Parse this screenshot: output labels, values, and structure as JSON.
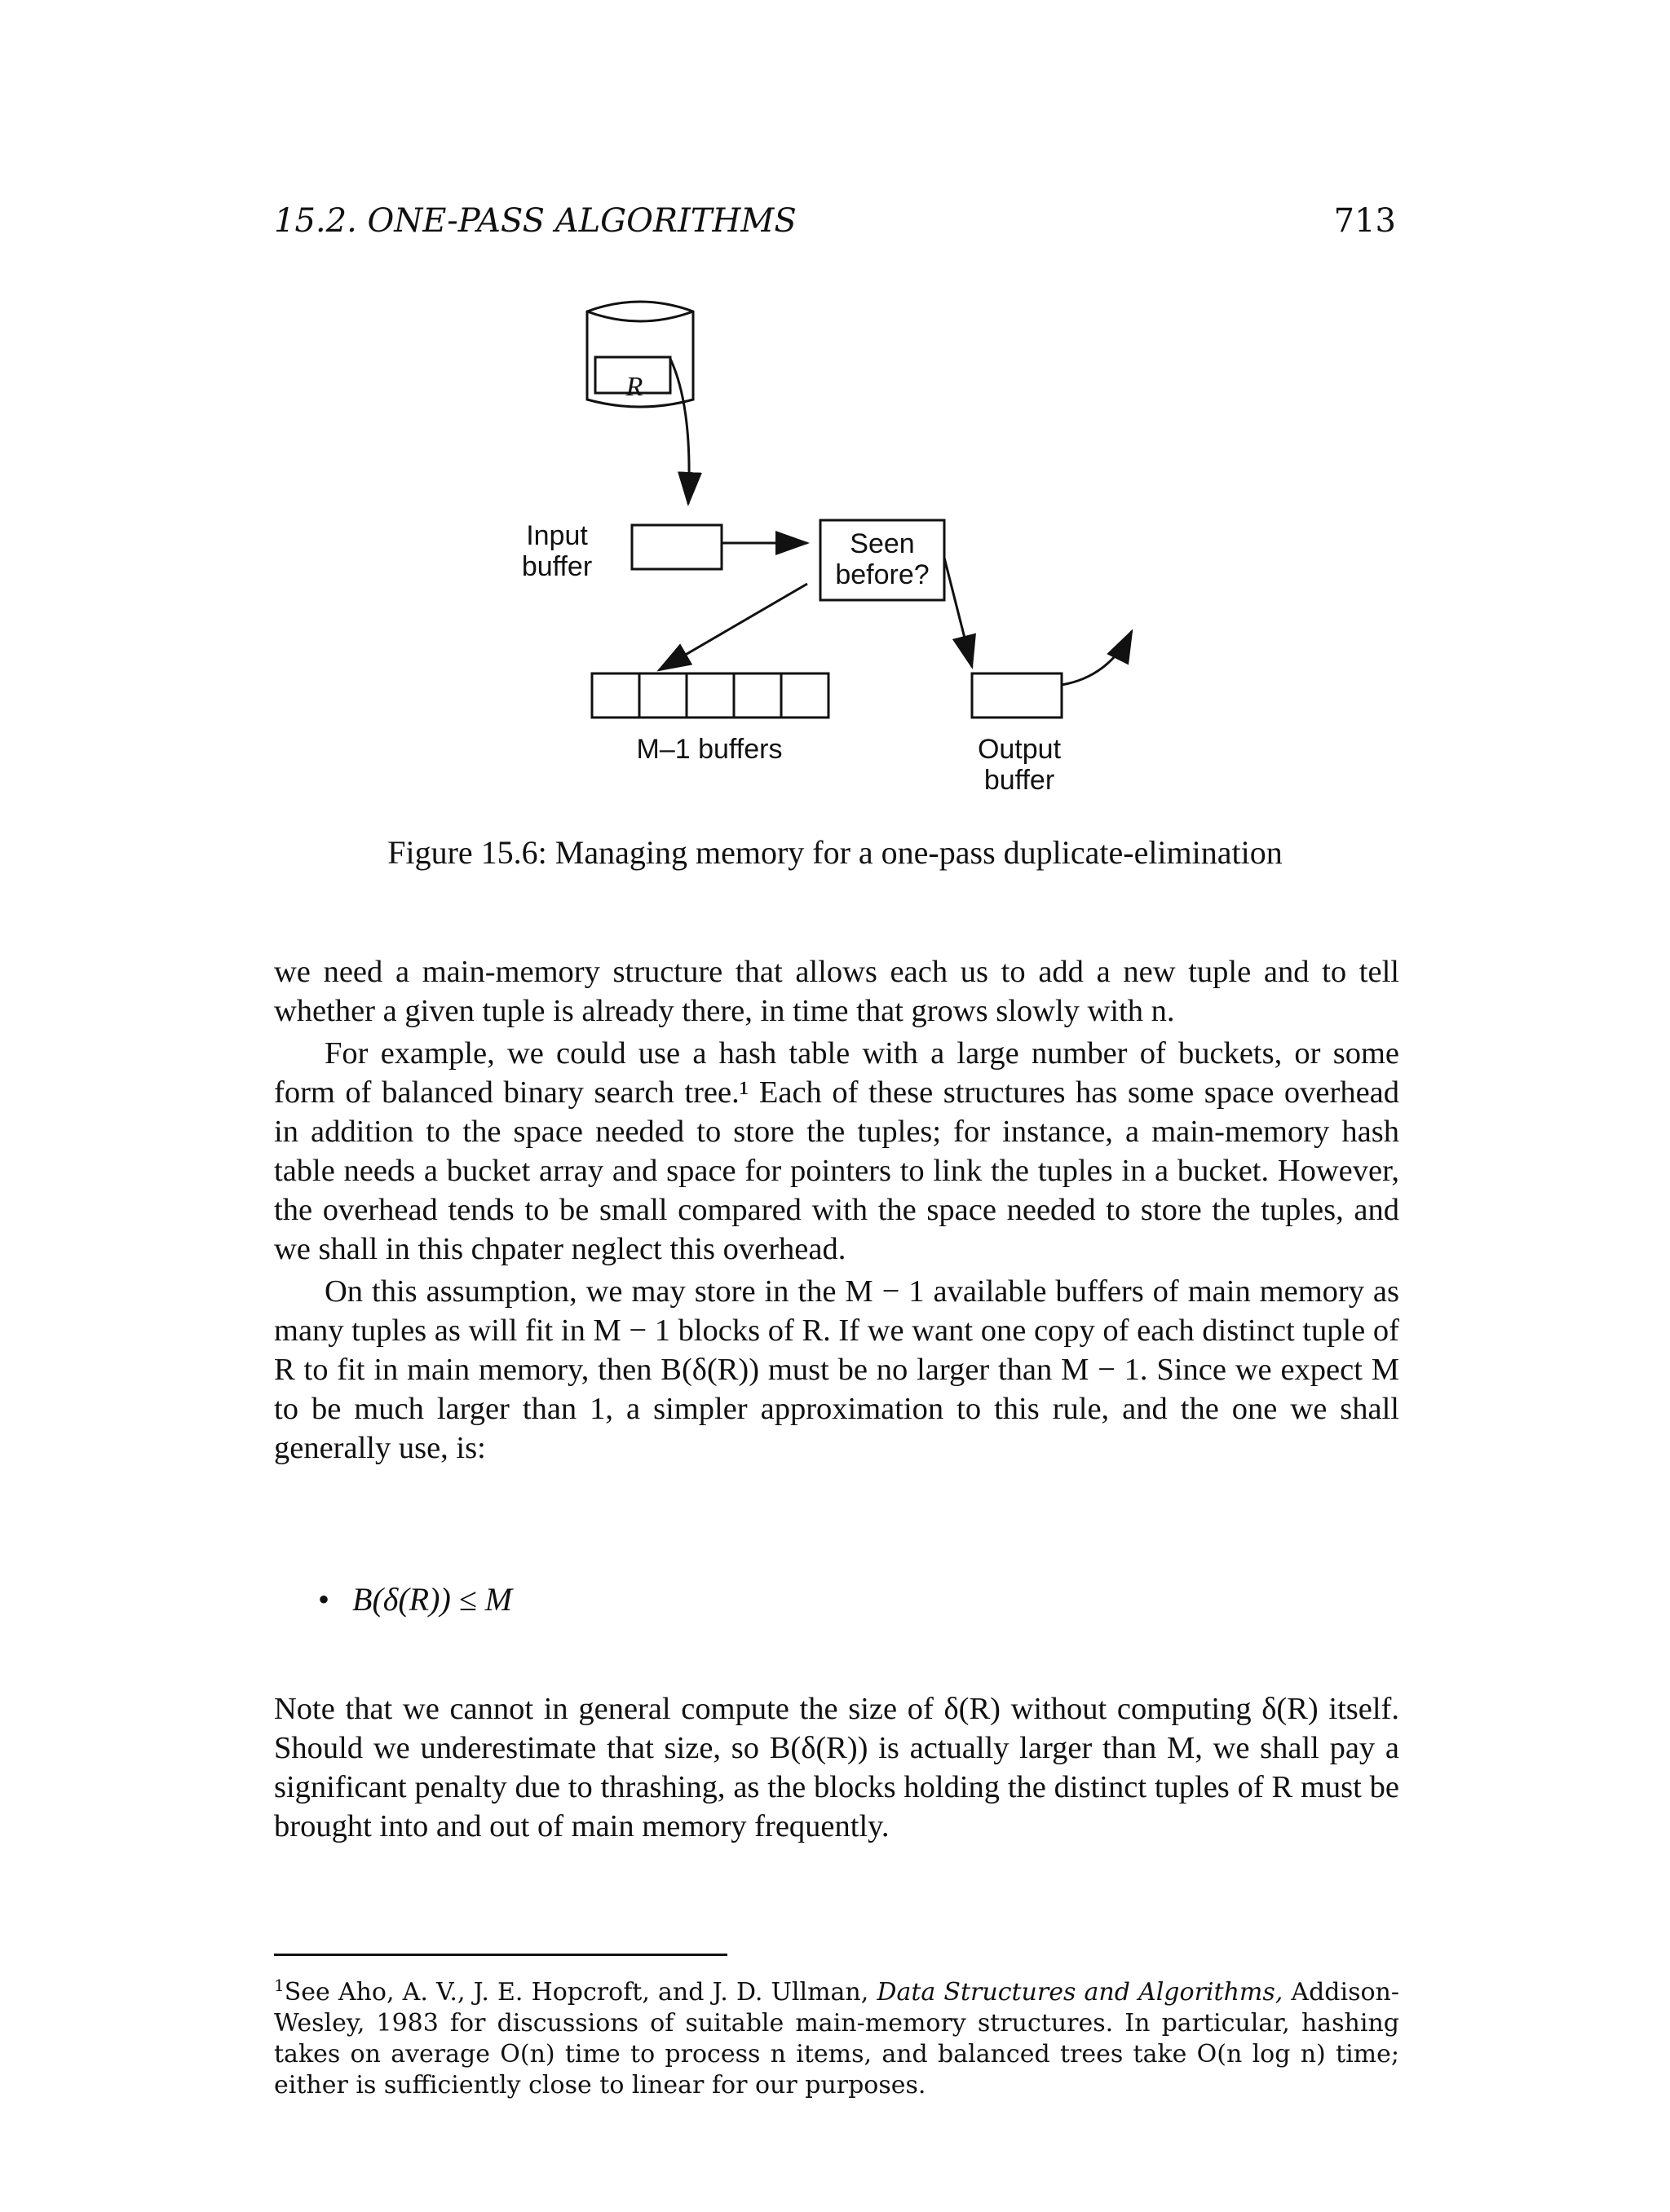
{
  "header": {
    "section": "15.2. ONE-PASS ALGORITHMS",
    "page_number": "713"
  },
  "figure": {
    "disk_label": "R",
    "input_buffer_label": "Input\nbuffer",
    "seen_before_label": "Seen\nbefore?",
    "buffers_label": "M–1 buffers",
    "output_buffer_label": "Output\nbuffer",
    "caption": "Figure 15.6: Managing memory for a one-pass duplicate-elimination"
  },
  "paragraphs": [
    "we need a main-memory structure that allows each us to add a new tuple and to tell whether a given tuple is already there, in time that grows slowly with n.",
    "For example, we could use a hash table with a large number of buckets, or some form of balanced binary search tree.¹ Each of these structures has some space overhead in addition to the space needed to store the tuples; for instance, a main-memory hash table needs a bucket array and space for pointers to link the tuples in a bucket. However, the overhead tends to be small compared with the space needed to store the tuples, and we shall in this chpater neglect this overhead.",
    "On this assumption, we may store in the M − 1 available buffers of main memory as many tuples as will fit in M − 1 blocks of R. If we want one copy of each distinct tuple of R to fit in main memory, then B(δ(R)) must be no larger than M − 1. Since we expect M to be much larger than 1, a simpler approximation to this rule, and the one we shall generally use, is:"
  ],
  "bullet": "B(δ(R)) ≤ M",
  "note_paragraph": "Note that we cannot in general compute the size of δ(R) without computing δ(R) itself. Should we underestimate that size, so B(δ(R)) is actually larger than M, we shall pay a significant penalty due to thrashing, as the blocks holding the distinct tuples of R must be brought into and out of main memory frequently.",
  "footnote": {
    "marker": "1",
    "text_before": "See Aho, A. V., J. E. Hopcroft, and J. D. Ullman, ",
    "title": "Data Structures and Algorithms,",
    "text_after": " Addison-Wesley, 1983 for discussions of suitable main-memory structures. In particular, hashing takes on average O(n) time to process n items, and balanced trees take O(n log n) time; either is sufficiently close to linear for our purposes."
  }
}
